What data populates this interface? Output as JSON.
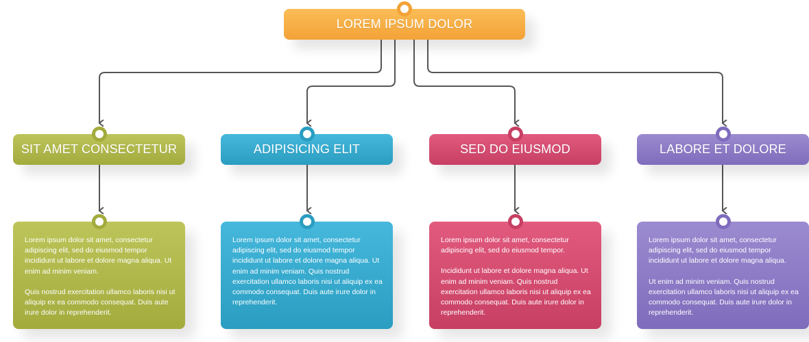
{
  "root": {
    "title": "LOREM IPSUM DOLOR",
    "color": "#f3a237"
  },
  "branches": [
    {
      "title": "SIT AMET CONSECTETUR",
      "color": "#a3ab3d",
      "paragraphs": [
        "Lorem ipsum dolor sit amet, consectetur adipiscing elit, sed do eiusmod tempor incididunt ut labore et dolore magna aliqua. Ut enim ad minim veniam.",
        "Quis nostrud exercitation ullamco laboris nisi ut aliquip ex ea commodo consequat. Duis aute irure dolor in reprehenderit."
      ]
    },
    {
      "title": "ADIPISICING ELIT",
      "color": "#2a9dc1",
      "paragraphs": [
        "Lorem ipsum dolor sit amet, consectetur adipiscing elit, sed do eiusmod tempor incididunt ut labore et dolore magna aliqua. Ut enim ad minim veniam. Quis nostrud exercitation ullamco laboris nisi ut aliquip ex ea commodo consequat. Duis aute irure dolor in reprehenderit."
      ]
    },
    {
      "title": "SED DO EIUSMOD",
      "color": "#c73f63",
      "paragraphs": [
        "Lorem ipsum dolor sit amet, consectetur adipiscing elit, sed do eiusmod tempor.",
        "Incididunt ut labore et dolore magna aliqua. Ut enim ad minim veniam. Quis nostrud exercitation ullamco laboris nisi ut aliquip ex ea commodo consequat. Duis aute irure dolor in reprehenderit."
      ]
    },
    {
      "title": "LABORE ET DOLORE",
      "color": "#7f6cbc",
      "paragraphs": [
        "Lorem ipsum dolor sit amet, consectetur adipiscing elit, sed do eiusmod tempor incididunt ut labore et dolore magna aliqua.",
        "Ut enim ad minim veniam. Quis nostrud exercitation ullamco laboris nisi ut aliquip ex ea commodo consequat. Duis aute irure dolor in reprehenderit."
      ]
    }
  ]
}
